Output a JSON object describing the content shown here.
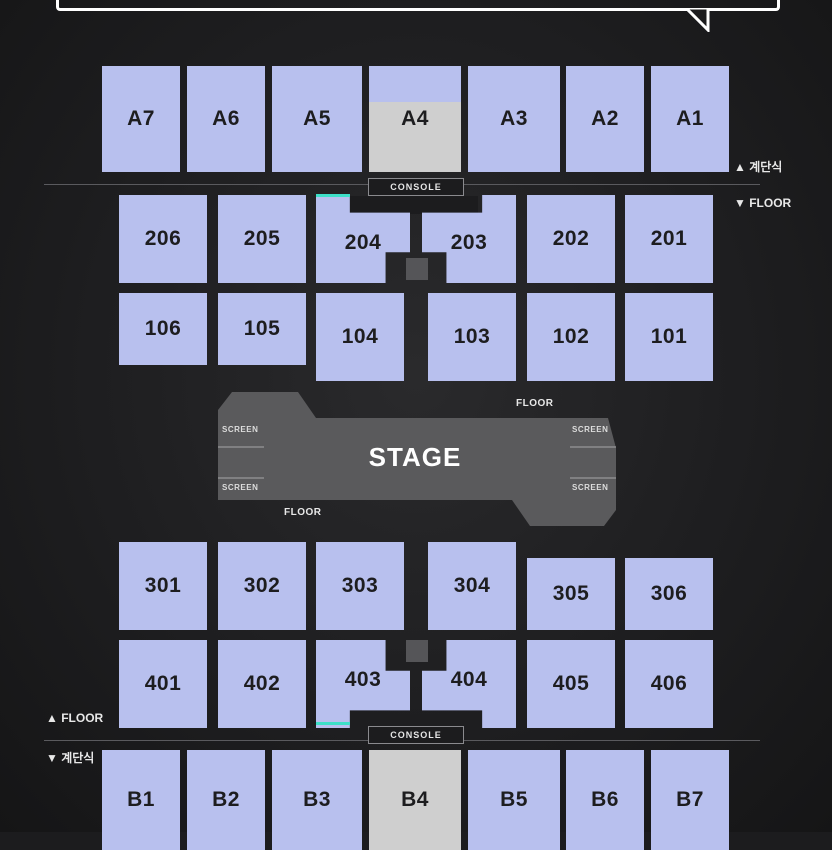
{
  "upper_sections": [
    "A7",
    "A6",
    "A5",
    "A4",
    "A3",
    "A2",
    "A1"
  ],
  "lower_sections": [
    "B1",
    "B2",
    "B3",
    "B4",
    "B5",
    "B6",
    "B7"
  ],
  "floor_rows": {
    "row_200": [
      "206",
      "205",
      "204",
      "203",
      "202",
      "201"
    ],
    "row_100": [
      "106",
      "105",
      "104",
      "103",
      "102",
      "101"
    ],
    "row_300": [
      "301",
      "302",
      "303",
      "304",
      "305",
      "306"
    ],
    "row_400": [
      "401",
      "402",
      "403",
      "404",
      "405",
      "406"
    ]
  },
  "labels": {
    "console_top": "CONSOLE",
    "console_bottom": "CONSOLE",
    "stage": "STAGE",
    "screen": "SCREEN",
    "floor": "FLOOR",
    "legend_top_up": "▲ 계단식",
    "legend_top_down": "▼ FLOOR",
    "legend_bottom_up": "▲ FLOOR",
    "legend_bottom_down": "▼ 계단식"
  },
  "colors": {
    "available": "#b8c0ee",
    "unavailable": "#cfcfcf",
    "stage": "#5a5a5c",
    "accent": "#3de0c8"
  }
}
